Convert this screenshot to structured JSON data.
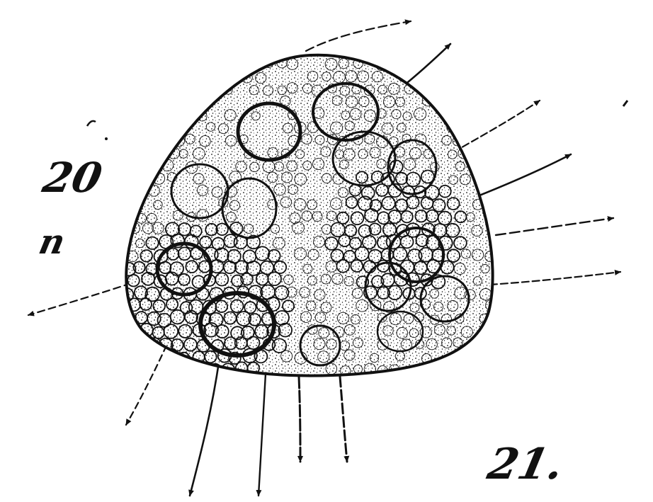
{
  "figure": {
    "labels": {
      "ref_20": "20",
      "ref_n": "n",
      "ref_21": "21."
    },
    "colors": {
      "ink": "#111111",
      "paper": "#ffffff"
    }
  }
}
